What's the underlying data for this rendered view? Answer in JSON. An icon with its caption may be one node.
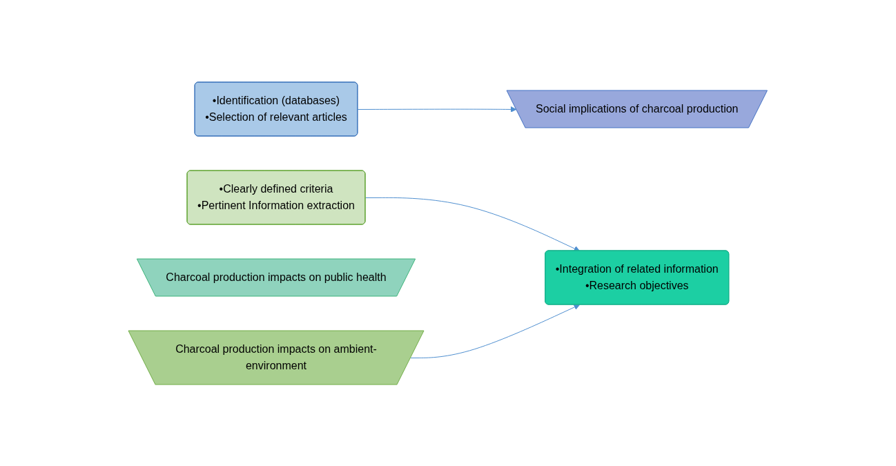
{
  "diagram": {
    "nodes": [
      {
        "text": [
          "•Identification (databases)",
          "•Selection of relevant articles"
        ]
      },
      {
        "text": [
          "•Clearly defined criteria",
          "•Pertinent Information extraction"
        ]
      },
      {
        "text": [
          "•Integration of related information",
          "•Research objectives"
        ]
      },
      {
        "text": [
          "Social implications of charcoal production"
        ]
      },
      {
        "text": [
          "Charcoal production impacts on public health"
        ]
      },
      {
        "text": [
          "Charcoal production impacts on ambient-environment"
        ]
      }
    ],
    "edges": [
      {
        "from": 0,
        "to": 3,
        "arrow": "to"
      },
      {
        "from": 1,
        "to": 2,
        "arrow": "to"
      },
      {
        "from": 5,
        "to": 2,
        "arrow": "to"
      }
    ]
  }
}
